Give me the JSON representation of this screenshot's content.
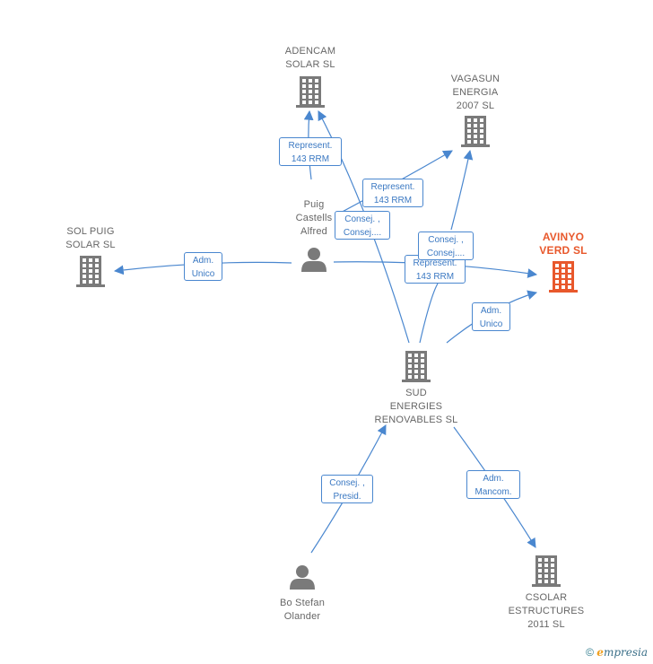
{
  "nodes": [
    {
      "id": "adencam",
      "type": "company",
      "label": "ADENCAM\nSOLAR SL",
      "highlight": false
    },
    {
      "id": "vagasun",
      "type": "company",
      "label": "VAGASUN\nENERGIA\n2007 SL",
      "highlight": false
    },
    {
      "id": "solpuig",
      "type": "company",
      "label": "SOL PUIG\nSOLAR SL",
      "highlight": false
    },
    {
      "id": "avinyo",
      "type": "company",
      "label": "AVINYO\nVERD  SL",
      "highlight": true
    },
    {
      "id": "puig",
      "type": "person",
      "label": "Puig\nCastells\nAlfred",
      "highlight": false
    },
    {
      "id": "sud",
      "type": "company",
      "label": "SUD\nENERGIES\nRENOVABLES SL",
      "highlight": false
    },
    {
      "id": "bo",
      "type": "person",
      "label": "Bo Stefan\nOlander",
      "highlight": false
    },
    {
      "id": "csolar",
      "type": "company",
      "label": "CSOLAR\nESTRUCTURES\n2011 SL",
      "highlight": false
    }
  ],
  "edges": [
    {
      "from": "puig",
      "to": "adencam",
      "label": "Represent.\n143 RRM"
    },
    {
      "from": "puig",
      "to": "vagasun",
      "label": "Represent.\n143 RRM"
    },
    {
      "from": "puig",
      "to": "solpuig",
      "label": "Adm.\nUnico"
    },
    {
      "from": "puig",
      "to": "avinyo",
      "label": "Represent.\n143 RRM"
    },
    {
      "from": "sud",
      "to": "adencam",
      "label": "Consej. ,\nConsej...."
    },
    {
      "from": "sud",
      "to": "vagasun",
      "label": "Consej. ,\nConsej...."
    },
    {
      "from": "sud",
      "to": "avinyo",
      "label": "Adm.\nUnico"
    },
    {
      "from": "bo",
      "to": "sud",
      "label": "Consej. ,\nPresid."
    },
    {
      "from": "sud",
      "to": "csolar",
      "label": "Adm.\nMancom."
    }
  ],
  "colors": {
    "edge": "#4a87cf",
    "icon": "#7a7a7a",
    "highlight": "#e8582c"
  },
  "footer": {
    "copyright": "©",
    "brand_initial": "e",
    "brand_rest": "mpresia"
  }
}
